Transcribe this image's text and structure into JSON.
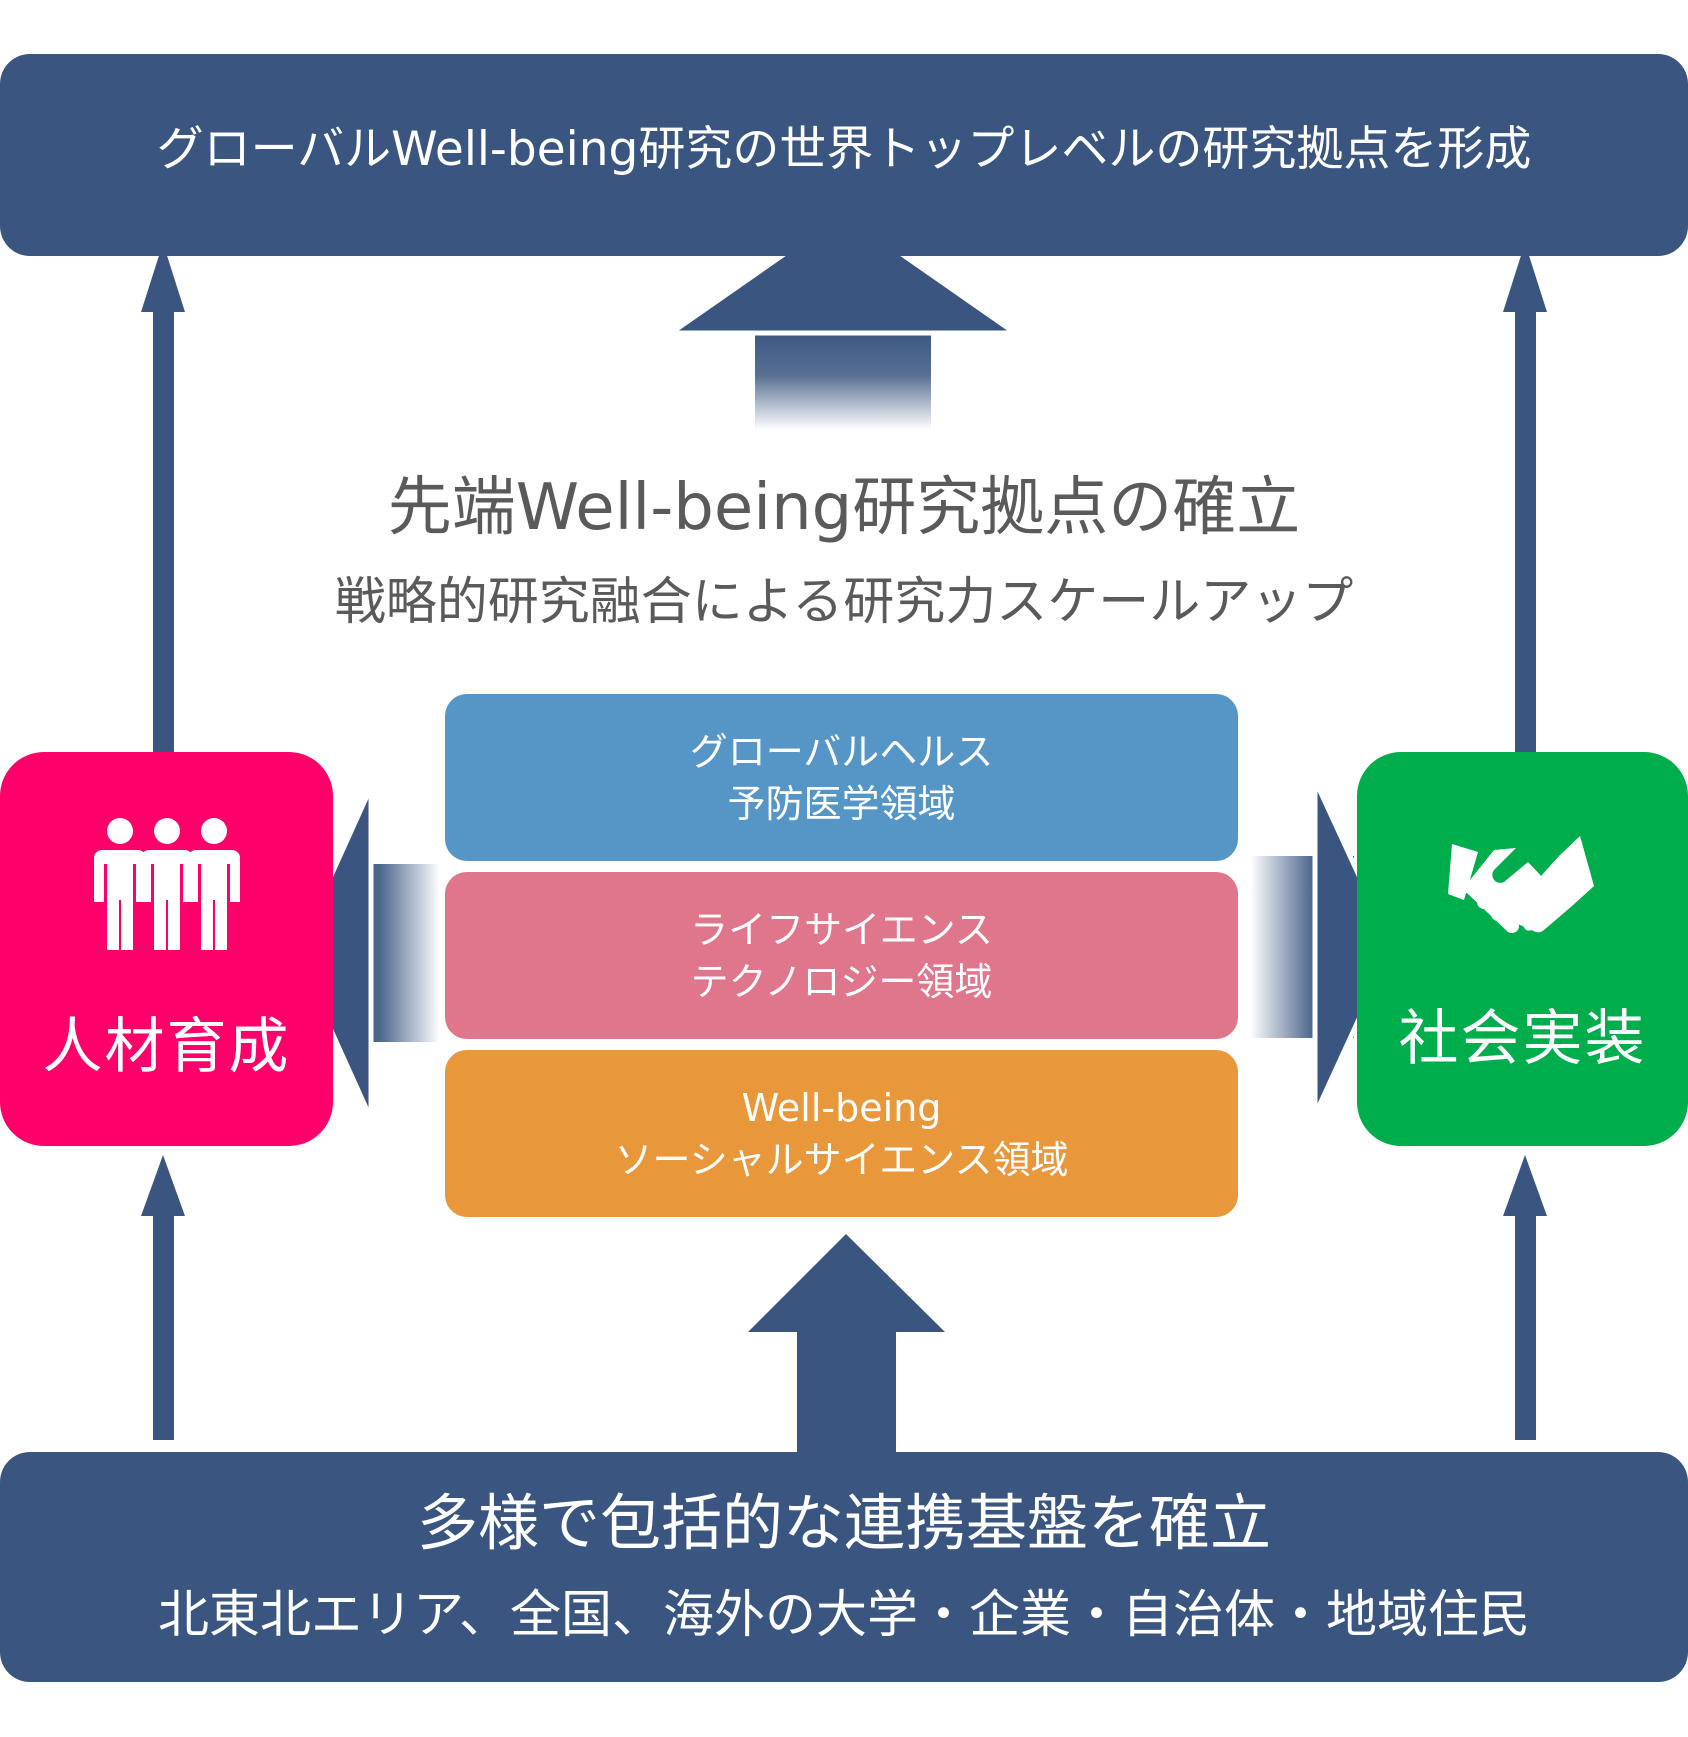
{
  "top_banner": {
    "text": "グローバルWell-being研究の世界トップレベルの研究拠点を形成"
  },
  "center": {
    "title": "先端Well-being研究拠点の確立",
    "subtitle": "戦略的研究融合による研究力スケールアップ"
  },
  "domains": [
    {
      "line1": "グローバルヘルス",
      "line2": "予防医学領域",
      "color": "#5596c7"
    },
    {
      "line1": "ライフサイエンス",
      "line2": "テクノロジー領域",
      "color": "#df768c"
    },
    {
      "line1": "Well-being",
      "line2": "ソーシャルサイエンス領域",
      "color": "#e9973b"
    }
  ],
  "left_box": {
    "label": "人材育成",
    "icon": "people-group-icon",
    "color": "#ff006a"
  },
  "right_box": {
    "label": "社会実装",
    "icon": "handshake-icon",
    "color": "#00ad4c"
  },
  "bottom_banner": {
    "title": "多様で包括的な連携基盤を確立",
    "subtitle": "北東北エリア、全国、海外の大学・企業・自治体・地域住民"
  },
  "colors": {
    "navy": "#3a5680",
    "text_gray": "#5a5a5a"
  }
}
